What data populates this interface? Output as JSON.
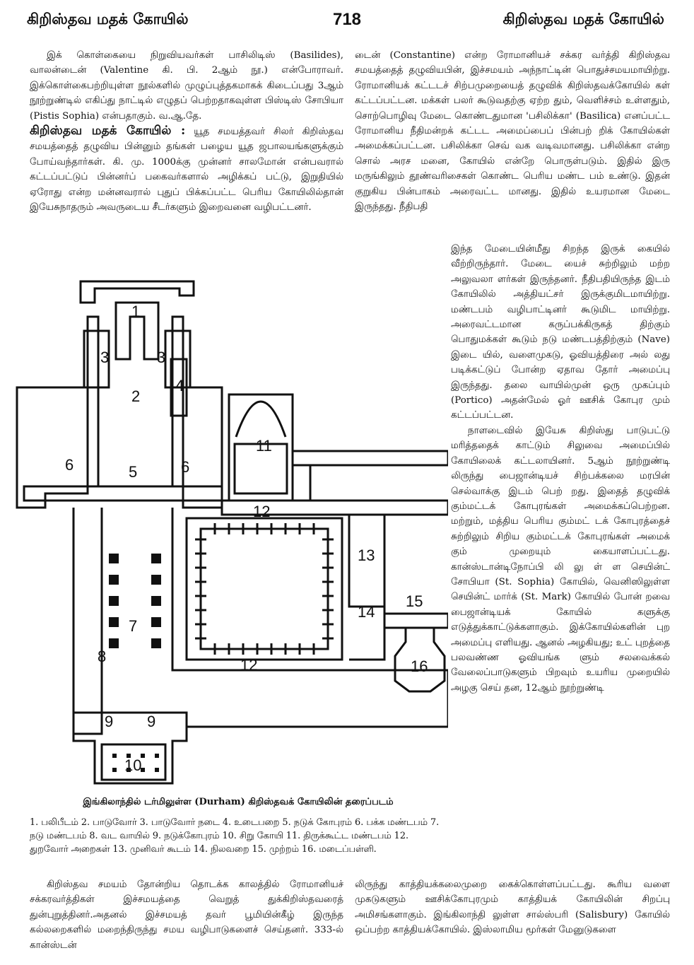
{
  "header": {
    "left_title": "கிறிஸ்தவ மதக் கோயில்",
    "page_number": "718",
    "right_title": "கிறிஸ்தவ மதக் கோயில்"
  },
  "left_column_top": {
    "p1": "இக் கொள்கையை நிறுவியவர்கள் பாசிலிடிஸ் (Basilides), வாலன்டைன் (Valentine கி. பி. 2ஆம் நூ.) என்போராவர். இக்கொள்கைபற்றியுள்ள நூல்களில் முழுப்புத்தகமாகக் கிடைப்பது 3ஆம் நூற்றுண்டில் எகிப்து நாட்டில் எழுதப் பெற்றதாகவுள்ள பிஸ்டிஸ் சோபியா (Pistis Sophia) என்பதாகும். வ.ஆ.தே.",
    "p2_lead": "கிறிஸ்தவ மதக் கோயில் :",
    "p2": "யூத சமயத்தவர் சிலர் கிறிஸ்தவ சமயத்தைத் தழுவிய பின்னும் தங்கள் பழைய யூத ஜபாலயங்களுக்கும் போய்வந்தார்கள். கி. மு. 1000க்கு முன்னர் சாலமோன் என்பவரால் கட்டப்பட்டுப் பின்னர்ப் பகைவர்களால் அழிக்கப் பட்டு, இறுதியில் ஏரோது என்ற மன்னவரால் புதுப் பிக்கப்பட்ட பெரிய கோயிலில்தான் இயேசுநாதரும் அவருடைய சீடர்களும் இறைவனை வழிபட்டனர்."
  },
  "right_column_top": {
    "p1": "டைன் (Constantine) என்ற ரோமானியச் சக்கர வர்த்தி கிறிஸ்தவ சமயத்தைத் தழுவியபின், இச்சமயம் அந்நாட்டின் பொதுச்சமயமாயிற்று. ரோமானியக் கட்டடச் சிற்பமுறையைத் தழுவிக் கிறிஸ்தவக்கோயில் கள் கட்டப்பட்டன. மக்கள் பலர் கூடுவதற்கு ஏற்ற தும், வெளிச்சம் உள்ளதும், சொற்பொழிவு மேடை கொண்டதுமான 'பசிலிக்கா' (Basilica) எனப்பட்ட ரோமானிய நீதிமன்றக் கட்டட அமைப்பைப் பின்பற் றிக் கோயில்கள் அமைக்கப்பட்டன. பசிலிக்கா செவ் வக வடிவமானது. பசிலிக்கா என்ற சொல் அரச மனை, கோயில் என்றே பொருள்படும். இதில் இரு மருங்கிலும் தூண்வரிசைகள் கொண்ட பெரிய மண்ட பம் உண்டு. இதன் குறுகிய பின்பாகம் அரைவட்ட மானது. இதில் உயரமான மேடை இருந்தது. நீதிபதி"
  },
  "right_column_flow": {
    "p1": "இந்த மேடையின்மீது சிறந்த இருக் கையில் வீற்றிருந்தார். மேடை யைச் சுற்றிலும் மற்ற அலுவலா ளர்கள் இருந்தனர். நீதிபதியிருந்த இடம் கோயிலில் அத்தியட்சர் இருக்குமிடமாயிற்று. மண்டபம் வழிபாட்டினர் கூடுமிட மாயிற்று. அரைவட்டமான கருப்பக்கிருகத் திற்கும் பொதுமக்கள் கூடும் நடு மண்டபத்திற்கும் (Nave) இடை யில், வளைமுகடு, ஓவியத்திரை அல் லது படிக்கட்டுப் போன்ற ஏதாவ தோர் அமைப்பு இருந்தது. தலை வாயில்முன் ஒரு முகப்பும் (Portico) அதன்மேல் ஓர் ஊசிக் கோபுர மும் கட்டப்பட்டன.",
    "p2": "நாளடைவில் இயேசு கிறிஸ்து பாடுபட்டு மரித்ததைக் காட்டும் சிலுவை அமைப்பில் கோயிலைக் கட்டலாயினர். 5ஆம் நூற்றுண்டி லிருந்து பைஜான்டியச் சிற்பக்கலை மரபின் செல்வாக்கு இடம் பெற் றது. இதைத் தழுவிக் கும்மட்டக் கோபுரங்கள் அமைக்கப்பெற்றன. மற்றும், மத்திய பெரிய கும்மட் டக் கோபுரத்தைச் சுற்றிலும் சிறிய கும்மட்டக் கோபுரங்கள் அமைக் கும் முறையும் கையாளப்பட்டது. கான்ஸ்டான்டிநோப்பி லி லு ள் ள செயின்ட் சோபியா (St. Sophia) கோயில், வெனிஸிலுள்ள செயின்ட் மார்க் (St. Mark) கோயில் போன் றவை பைஜான்டியக் கோயில் களுக்கு எடுத்துக்காட்டுக்களாகும். இக்கோயில்களின் புற அமைப்பு எளியது. ஆனல் அழகியது; உட் புறத்தை பலவண்ண ஓவியங்க ளும் சலவைக்கல் வேலைப்பாடுகளும் பிறவும் உயரிய முறையில் அழகு செய் தன, 12ஆம் நூற்றுண்டி"
  },
  "figure": {
    "numbers": [
      "1",
      "2",
      "3",
      "3",
      "4",
      "5",
      "6",
      "6",
      "7",
      "8",
      "9",
      "9",
      "10",
      "11",
      "12",
      "12",
      "13",
      "14",
      "15",
      "16"
    ],
    "caption": "இங்கிலாந்தில் டர்மிலுள்ள (Durham) கிறிஸ்தவக் கோயிலின் தரைப்படம்",
    "legend": "1. பலிபீடம் 2. பாடுவோர் 3. பாடுவோர் நடை 4. உடைபறை 5. நடுக் கோபுரம் 6. பக்க மண்டபம் 7. நடு மண்டபம் 8. வட வாயில் 9. நடுக்கோபுரம் 10. சிறு கோயி 11. திருக்கூட்ட மண்டபம் 12. துறவோர் அறைகள் 13. முனிவர் கூடம் 14. நிலவறை 15. முற்றம் 16. மடைப்பள்ளி."
  },
  "bottom_left": {
    "p1": "கிறிஸ்தவ சமயம் தோன்றிய தொடக்க காலத்தில் ரோமானியச் சக்கரவர்த்திகள் இச்சமயத்தை வெறுத் துக்கிறிஸ்தவரைத் துன்புறுத்தினர்.அதனல் இச்சமயத் தவர் பூமியின்கீழ் இருந்த கல்லறைகளில் மறைந்திருந்து சமய வழிபாடுகளைச் செய்தனர். 333-ல் கான்ஸ்டன்"
  },
  "bottom_right": {
    "p1": "லிருந்து காத்தியக்கலைமுறை கைக்கொள்ளப்பட்டது. கூரிய வளை முகடுகளும் ஊசிக்கோபுரமும் காத்தியக் கோயிலின் சிறப்பு அமிசங்களாகும். இங்கிலாந்தி லுள்ள சால்ஸ்பரி (Salisbury) கோயில் ஒப்பற்ற காத்தியக்கோயில். இஸ்லாமிய மூர்கள் மேனுடுகளை"
  }
}
